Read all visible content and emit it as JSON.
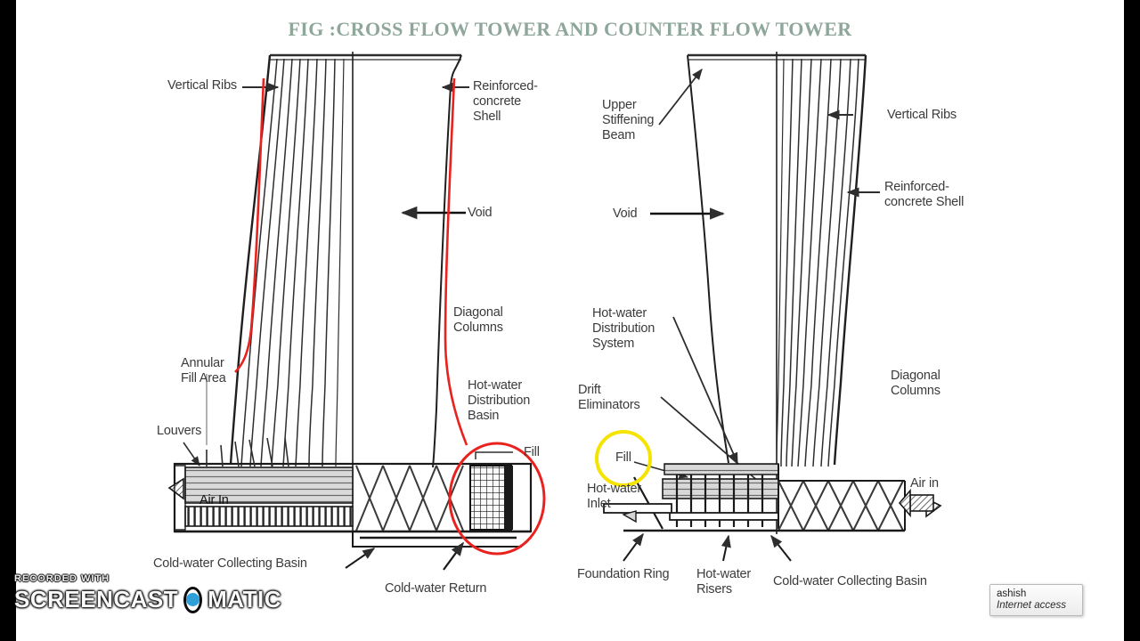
{
  "page": {
    "title": "FIG :CROSS FLOW TOWER AND COUNTER FLOW TOWER",
    "background_color": "#ffffff",
    "title_color": "#8fa69b",
    "annotation_red": "#e8231f",
    "annotation_yellow": "#f5e400",
    "ink_color": "#2e2e2e"
  },
  "left_tower": {
    "name": "Cross Flow Tower",
    "labels": {
      "vertical_ribs": "Vertical Ribs",
      "reinforced_concrete_shell": "Reinforced-\nconcrete\nShell",
      "void": "Void",
      "diagonal_columns": "Diagonal\nColumns",
      "hot_water_distribution_basin": "Hot-water\nDistribution\nBasin",
      "annular_fill_area": "Annular\nFill Area",
      "louvers": "Louvers",
      "air_in": "Air In",
      "fill": "Fill",
      "cold_water_collecting_basin": "Cold-water Collecting Basin",
      "cold_water_return": "Cold-water Return"
    }
  },
  "right_tower": {
    "name": "Counter Flow Tower",
    "labels": {
      "upper_stiffening_beam": "Upper\nStiffening\nBeam",
      "vertical_ribs": "Vertical Ribs",
      "reinforced_concrete_shell": "Reinforced-\nconcrete Shell",
      "void": "Void",
      "hot_water_distribution_system": "Hot-water\nDistribution\nSystem",
      "drift_eliminators": "Drift\nEliminators",
      "fill": "Fill",
      "hot_water_inlet": "Hot-water\nInlet",
      "diagonal_columns": "Diagonal\nColumns",
      "air_in": "Air in",
      "foundation_ring": "Foundation Ring",
      "hot_water_risers": "Hot-water\nRisers",
      "cold_water_collecting_basin": "Cold-water Collecting Basin"
    }
  },
  "watermark": {
    "recorded_with": "RECORDED WITH",
    "brand_left": "SCREENCAST",
    "brand_right": "MATIC",
    "dot_color": "#2f9fd8"
  },
  "tooltip": {
    "user": "ashish",
    "status": "Internet access"
  }
}
